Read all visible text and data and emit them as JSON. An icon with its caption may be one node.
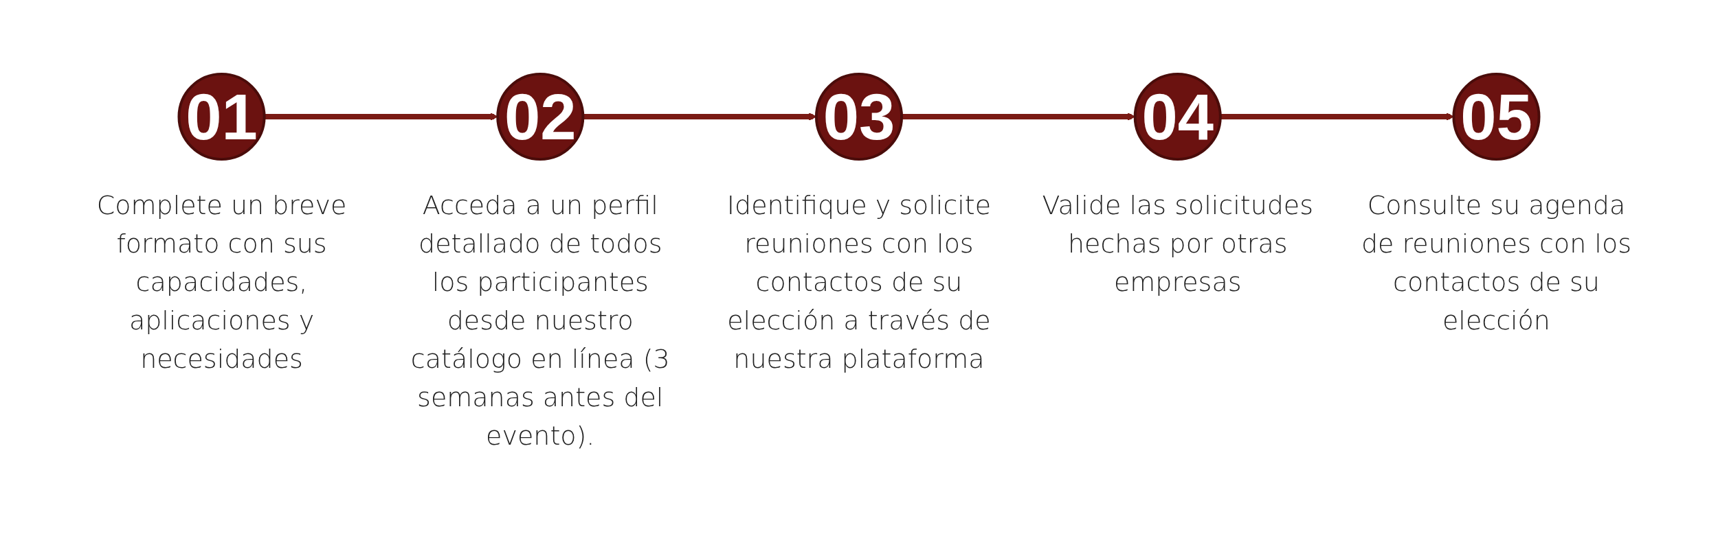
{
  "diagram": {
    "nodes": [
      {
        "text": [
          "01"
        ],
        "beside": [
          "Complete un breve formato con sus capacidades, aplicaciones y necesidades"
        ]
      },
      {
        "text": [
          "02"
        ],
        "beside": [
          "Acceda a un perfil detallado de todos los participantes desde nuestro catálogo en línea (3 semanas antes del evento)."
        ]
      },
      {
        "text": [
          "03"
        ],
        "beside": [
          "Identifique y solicite reuniones con los contactos de su elección a través de nuestra plataforma"
        ]
      },
      {
        "text": [
          "04"
        ],
        "beside": [
          "Valide las solicitudes hechas por otras empresas"
        ]
      },
      {
        "text": [
          "05"
        ],
        "beside": [
          "Consulte su agenda de reuniones con los contactos de su elección"
        ]
      }
    ],
    "edges": [
      {
        "from": 0,
        "to": 1,
        "arrow": "to"
      },
      {
        "from": 1,
        "to": 2,
        "arrow": "to"
      },
      {
        "from": 2,
        "to": 3,
        "arrow": "to"
      },
      {
        "from": 3,
        "to": 4,
        "arrow": "to"
      }
    ]
  }
}
